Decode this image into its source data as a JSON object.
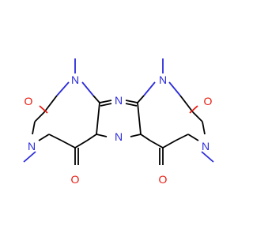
{
  "colors": {
    "background": "#ffffff",
    "carbon": "#000000",
    "nitrogen": "#2b2bdb",
    "oxygen": "#e8190e"
  },
  "atoms": {
    "n_top_left": {
      "text": "N",
      "element": "N"
    },
    "n_top_mid": {
      "text": "N",
      "element": "N"
    },
    "n_top_right": {
      "text": "N",
      "element": "N"
    },
    "n_left": {
      "text": "N",
      "element": "N"
    },
    "n_center_bot": {
      "text": "N",
      "element": "N"
    },
    "n_right": {
      "text": "N",
      "element": "N"
    },
    "o_left": {
      "text": "O",
      "element": "O"
    },
    "o_right": {
      "text": "O",
      "element": "O"
    },
    "o_bot_left": {
      "text": "O",
      "element": "O"
    },
    "o_bot_right": {
      "text": "O",
      "element": "O"
    }
  }
}
